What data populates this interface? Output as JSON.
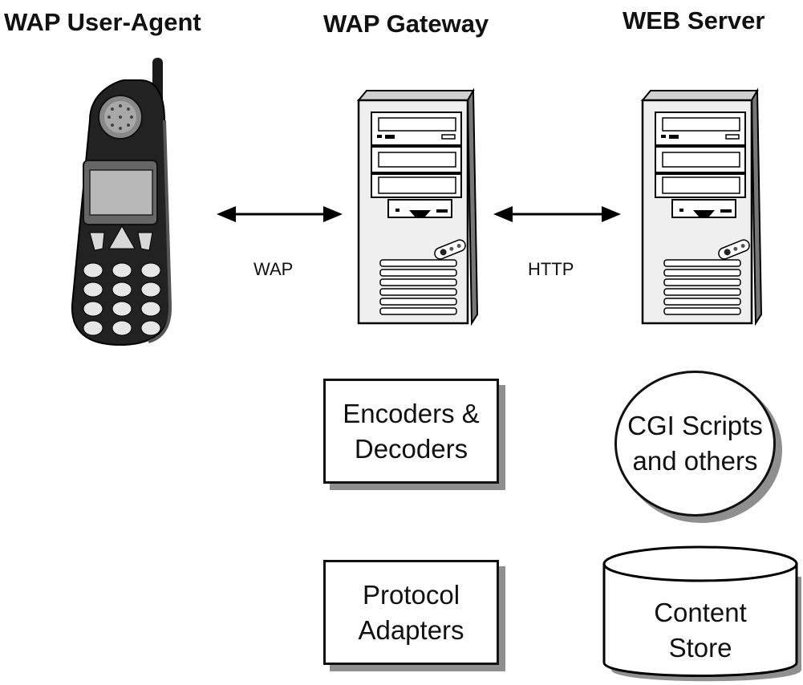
{
  "headings": {
    "user_agent": "WAP User-Agent",
    "gateway": "WAP Gateway",
    "server": "WEB Server"
  },
  "links": {
    "wap": "WAP",
    "http": "HTTP"
  },
  "gateway_components": {
    "encoders": [
      "Encoders &",
      "Decoders"
    ],
    "adapters": [
      "Protocol",
      "Adapters"
    ]
  },
  "server_components": {
    "scripts": [
      "CGI Scripts",
      "and others"
    ],
    "store": [
      "Content",
      "Store"
    ]
  }
}
